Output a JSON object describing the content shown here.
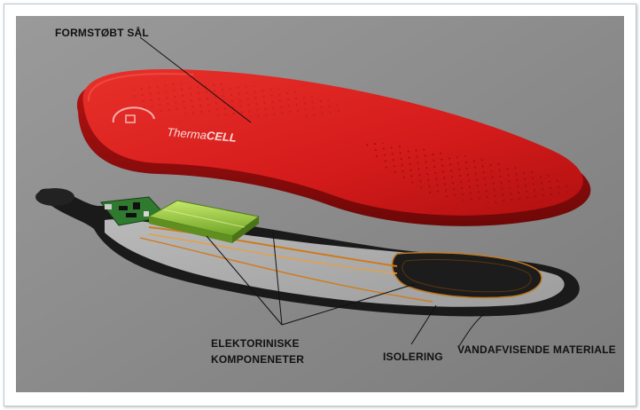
{
  "labels": {
    "insole": "FORMSTØBT SÅL",
    "electronics_line1": "ELEKTORINISKE",
    "electronics_line2": "KOMPONENETER",
    "insulation": "ISOLERING",
    "waterproof": "VANDAFVISENDE MATERIALE"
  },
  "brand": {
    "thin": "Therma",
    "bold": "CELL"
  },
  "colors": {
    "background": "#8a8a8a",
    "insole_red": "#d81c1c",
    "battery_green": "#9ccf3c",
    "circuit_green": "#2f7a2f",
    "wire_orange": "#d07a1a"
  }
}
